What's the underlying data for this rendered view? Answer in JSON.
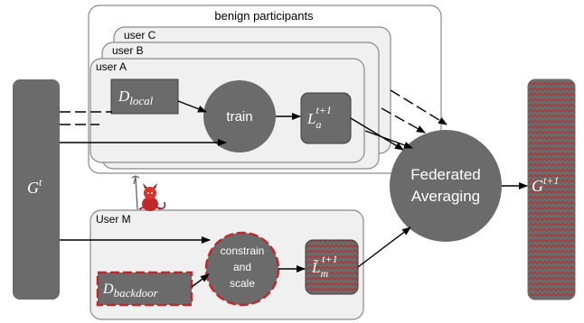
{
  "groups": {
    "benign_title": "benign participants",
    "user_c": "user C",
    "user_b": "user B",
    "user_a": "user A",
    "user_m": "User M"
  },
  "nodes": {
    "global_model": {
      "base": "G",
      "sup": "t"
    },
    "d_local": {
      "base": "D",
      "sub": "local"
    },
    "train": "train",
    "l_a": {
      "base": "L",
      "sub": "a",
      "sup": "t+1"
    },
    "d_backdoor": {
      "base": "D",
      "sub": "backdoor"
    },
    "constrain_line1": "constrain",
    "constrain_line2": "and",
    "constrain_line3": "scale",
    "l_m": {
      "base": "L̃",
      "sub": "m",
      "sup": "t+1"
    },
    "fedavg_line1": "Federated",
    "fedavg_line2": "Averaging",
    "new_global": {
      "base": "G",
      "sup": "t+1"
    }
  },
  "colors": {
    "node_fill": "#6b6b6b",
    "box_fill": "#f0f0f0",
    "box_stroke": "#8a8a8a",
    "malicious_accent": "#c0282b",
    "arrow": "#000000"
  }
}
